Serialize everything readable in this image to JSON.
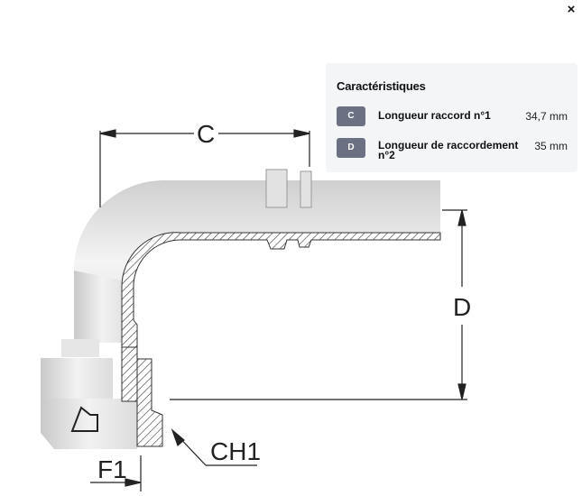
{
  "close_label": "×",
  "diagram": {
    "labels": {
      "c": "C",
      "d": "D",
      "f1": "F1",
      "ch1": "CH1"
    }
  },
  "characteristics": {
    "title": "Caractéristiques",
    "rows": [
      {
        "badge": "C",
        "label": "Longueur raccord n°1",
        "value": "34,7 mm"
      },
      {
        "badge": "D",
        "label": "Longueur de raccordement n°2",
        "value": "35 mm"
      }
    ]
  },
  "colors": {
    "badge": "#6b7183",
    "panel": "#f3f5f7"
  }
}
